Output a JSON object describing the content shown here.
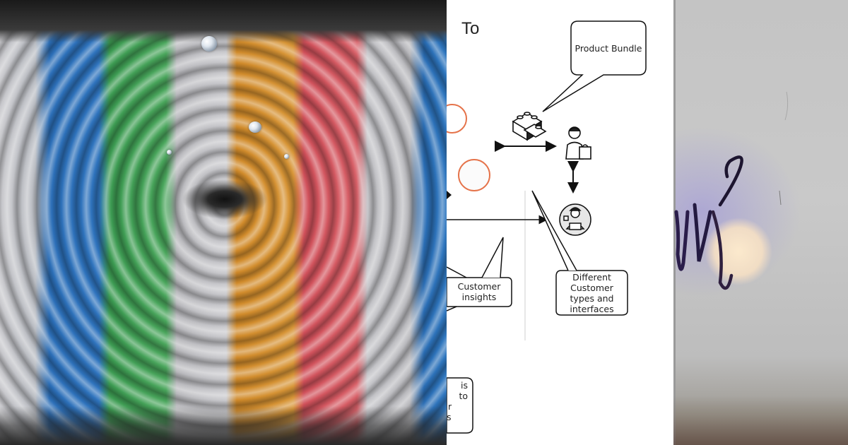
{
  "diagram": {
    "title": "To",
    "bubbles": {
      "product_bundle": "Product Bundle",
      "customer_insights_line1": "Customer",
      "customer_insights_line2": "insights",
      "customer_types_line1": "Different",
      "customer_types_line2": "Customer",
      "customer_types_line3": "types and",
      "customer_types_line4": "interfaces",
      "partial_line1": "is",
      "partial_line2": "to",
      "partial_line3": "r",
      "partial_line4": "s"
    },
    "icons": [
      "lego-bricks-icon",
      "shopper-icon",
      "worker-icon",
      "circle-node-icon"
    ],
    "colors": {
      "node_stroke": "#e5734a",
      "line": "#111111"
    }
  },
  "photos": {
    "left": "water-ripple-photo",
    "right": "graffiti-wall-photo"
  }
}
